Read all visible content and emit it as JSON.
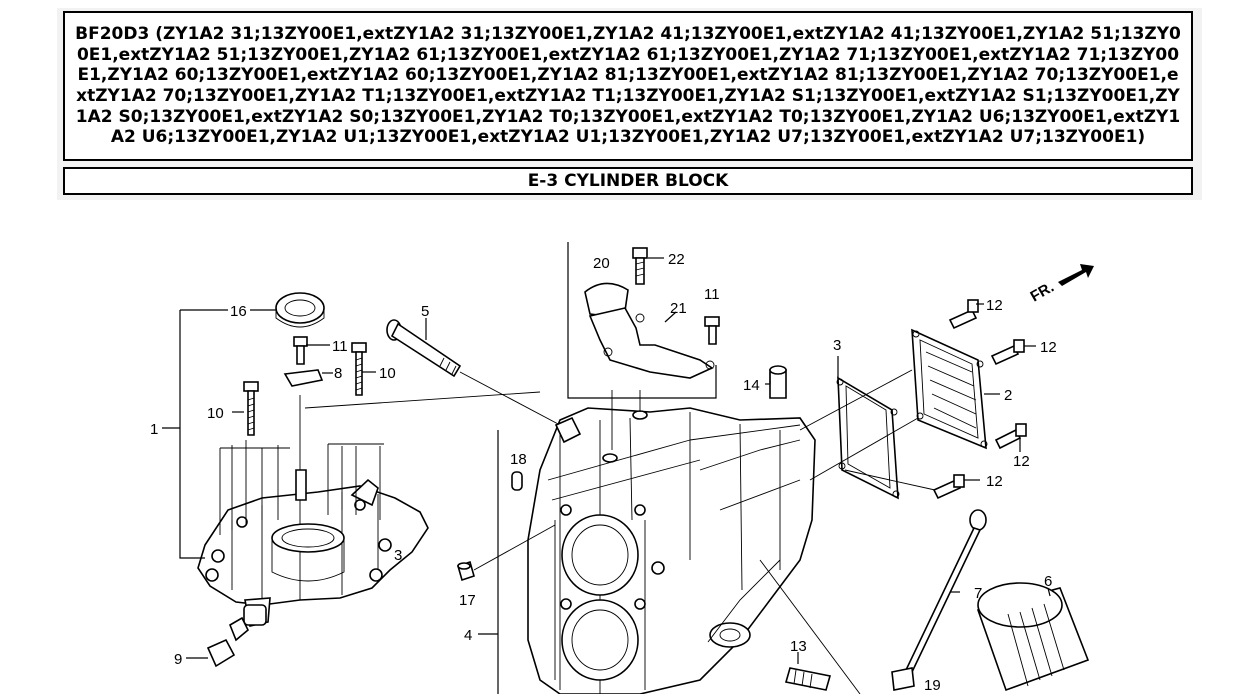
{
  "header": {
    "title": "BF20D3 (ZY1A2 31;13ZY00E1,extZY1A2 31;13ZY00E1,ZY1A2 41;13ZY00E1,extZY1A2 41;13ZY00E1,ZY1A2 51;13ZY00E1,extZY1A2 51;13ZY00E1,ZY1A2 61;13ZY00E1,extZY1A2 61;13ZY00E1,ZY1A2 71;13ZY00E1,extZY1A2 71;13ZY00E1,ZY1A2 60;13ZY00E1,extZY1A2 60;13ZY00E1,ZY1A2 81;13ZY00E1,extZY1A2 81;13ZY00E1,ZY1A2 70;13ZY00E1,extZY1A2 70;13ZY00E1,ZY1A2 T1;13ZY00E1,extZY1A2 T1;13ZY00E1,ZY1A2 S1;13ZY00E1,extZY1A2 S1;13ZY00E1,ZY1A2 S0;13ZY00E1,extZY1A2 S0;13ZY00E1,ZY1A2 T0;13ZY00E1,extZY1A2 T0;13ZY00E1,ZY1A2 U6;13ZY00E1,extZY1A2 U6;13ZY00E1,ZY1A2 U1;13ZY00E1,extZY1A2 U1;13ZY00E1,ZY1A2 U7;13ZY00E1,extZY1A2 U7;13ZY00E1)",
    "section": "E-3 CYLINDER BLOCK"
  },
  "diagram": {
    "direction_marker": "FR.",
    "callouts": [
      {
        "id": "c1",
        "label": "1"
      },
      {
        "id": "c2",
        "label": "2"
      },
      {
        "id": "c3a",
        "label": "3"
      },
      {
        "id": "c3b",
        "label": "3"
      },
      {
        "id": "c4",
        "label": "4"
      },
      {
        "id": "c5",
        "label": "5"
      },
      {
        "id": "c6",
        "label": "6"
      },
      {
        "id": "c7",
        "label": "7"
      },
      {
        "id": "c8",
        "label": "8"
      },
      {
        "id": "c9",
        "label": "9"
      },
      {
        "id": "c10a",
        "label": "10"
      },
      {
        "id": "c10b",
        "label": "10"
      },
      {
        "id": "c11a",
        "label": "11"
      },
      {
        "id": "c11b",
        "label": "11"
      },
      {
        "id": "c12a",
        "label": "12"
      },
      {
        "id": "c12b",
        "label": "12"
      },
      {
        "id": "c12c",
        "label": "12"
      },
      {
        "id": "c12d",
        "label": "12"
      },
      {
        "id": "c13",
        "label": "13"
      },
      {
        "id": "c14",
        "label": "14"
      },
      {
        "id": "c16",
        "label": "16"
      },
      {
        "id": "c17",
        "label": "17"
      },
      {
        "id": "c18",
        "label": "18"
      },
      {
        "id": "c19",
        "label": "19"
      },
      {
        "id": "c20",
        "label": "20"
      },
      {
        "id": "c21",
        "label": "21"
      },
      {
        "id": "c22",
        "label": "22"
      }
    ]
  }
}
